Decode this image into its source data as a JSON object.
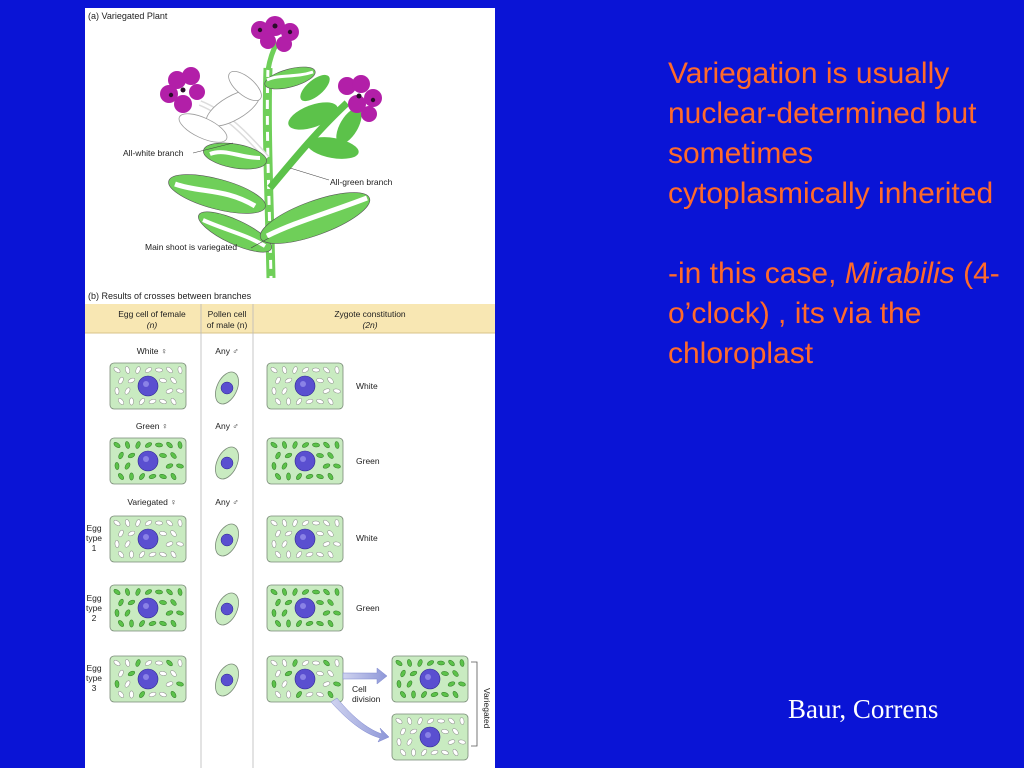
{
  "figure": {
    "part_a_caption": "(a)  Variegated Plant",
    "label_white_branch": "All-white branch",
    "label_green_branch": "All-green branch",
    "label_main_shoot": "Main shoot is variegated",
    "part_b_caption": "(b)  Results of crosses between branches",
    "header": {
      "col1_line1": "Egg cell of female",
      "col1_line2": "(n)",
      "col2_line1": "Pollen cell",
      "col2_line2": "of male (n)",
      "col3_line1": "Zygote constitution",
      "col3_line2": "(2n)"
    },
    "crosses": [
      {
        "female": "White ♀",
        "male": "Any ♂",
        "result": "White"
      },
      {
        "female": "Green ♀",
        "male": "Any ♂",
        "result": "Green"
      },
      {
        "female": "Variegated ♀",
        "male": "Any ♂"
      }
    ],
    "egg_types": [
      {
        "line1": "Egg",
        "line2": "type",
        "line3": "1",
        "result": "White"
      },
      {
        "line1": "Egg",
        "line2": "type",
        "line3": "2",
        "result": "Green"
      },
      {
        "line1": "Egg",
        "line2": "type",
        "line3": "3"
      }
    ],
    "cell_division_line1": "Cell",
    "cell_division_line2": "division",
    "variegated_label": "Variegated"
  },
  "text": {
    "para1": "Variegation is usually nuclear-determined but sometimes cytoplasmically inherited",
    "para2_prefix": "-in this case, ",
    "para2_italic": "Mirabilis",
    "para2_suffix": " (4-o’clock) , its via the chloroplast"
  },
  "credit": "Baur, Correns",
  "colors": {
    "background": "#0a14d6",
    "text": "#ff6a2a",
    "credit": "#ffffff",
    "header_band": "#f8e7b3",
    "green_cell": "#c9ebc1",
    "nucleus": "#5a4fd0",
    "flower": "#b21fa8"
  }
}
